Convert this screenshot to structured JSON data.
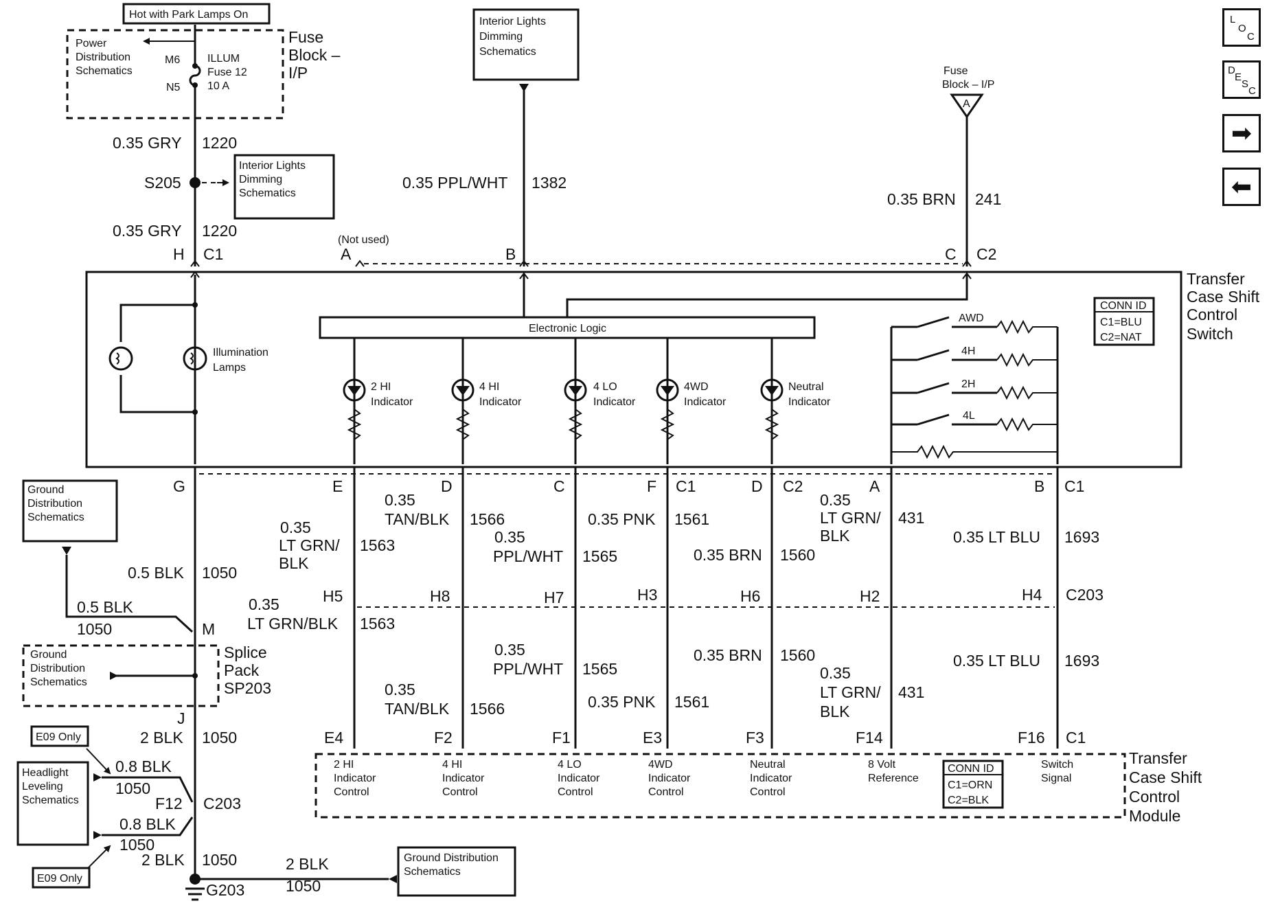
{
  "nav": {
    "loc": [
      "L",
      "O",
      "C"
    ],
    "desc": [
      "D",
      "E",
      "S",
      "C"
    ],
    "next_glyph": "➡",
    "prev_glyph": "⬅"
  },
  "fuse_block": {
    "hot_label": "Hot with Park Lamps On",
    "power_dist": [
      "Power",
      "Distribution",
      "Schematics"
    ],
    "pin_top": "M6",
    "pin_bottom": "N5",
    "fuse_text": [
      "ILLUM",
      "Fuse 12",
      "10 A"
    ],
    "title": [
      "Fuse",
      "Block –",
      "I/P"
    ]
  },
  "left_top": {
    "wire1": "0.35 GRY",
    "circuit1": "1220",
    "splice": "S205",
    "dimming_box": [
      "Interior Lights",
      "Dimming",
      "Schematics"
    ],
    "wire2": "0.35 GRY",
    "circuit2": "1220",
    "pin_h": "H",
    "conn_c1": "C1"
  },
  "top_mid": {
    "dimming_box": [
      "Interior Lights",
      "Dimming",
      "Schematics"
    ],
    "wire": "0.35 PPL/WHT",
    "circuit": "1382",
    "not_used": "(Not used)",
    "pin_a": "A",
    "pin_b": "B"
  },
  "top_right": {
    "fuse_ref": [
      "Fuse",
      "Block – I/P"
    ],
    "fuse_letter": "A",
    "wire": "0.35 BRN",
    "circuit": "241",
    "pin_c": "C",
    "conn_c2": "C2"
  },
  "switch": {
    "title": [
      "Transfer",
      "Case Shift",
      "Control",
      "Switch"
    ],
    "conn_id": [
      "CONN ID",
      "C1=BLU",
      "C2=NAT"
    ],
    "logic": "Electronic Logic",
    "illum": [
      "Illumination",
      "Lamps"
    ],
    "indicators": [
      {
        "l1": "2 HI",
        "l2": "Indicator"
      },
      {
        "l1": "4 HI",
        "l2": "Indicator"
      },
      {
        "l1": "4 LO",
        "l2": "Indicator"
      },
      {
        "l1": "4WD",
        "l2": "Indicator"
      },
      {
        "l1": "Neutral",
        "l2": "Indicator"
      }
    ],
    "modes": [
      "AWD",
      "4H",
      "2H",
      "4L"
    ]
  },
  "bottom_pins": {
    "g": "G",
    "e": "E",
    "d1": "D",
    "c": "C",
    "f": "F",
    "c1a": "C1",
    "d2": "D",
    "c2": "C2",
    "a": "A",
    "b": "B",
    "c1b": "C1"
  },
  "wires_upper": [
    {
      "l1": "0.35",
      "l2": "LT GRN/",
      "l3": "BLK",
      "circuit": "1563"
    },
    {
      "l1": "0.35",
      "l2": "TAN/BLK",
      "circuit": "1566"
    },
    {
      "l1": "0.35",
      "l2": "PPL/WHT",
      "circuit": "1565"
    },
    {
      "l1": "0.35 PNK",
      "circuit": "1561"
    },
    {
      "l1": "0.35 BRN",
      "circuit": "1560"
    },
    {
      "l1": "0.35",
      "l2": "LT GRN/",
      "l3": "BLK",
      "circuit": "431"
    },
    {
      "l1": "0.35 LT BLU",
      "circuit": "1693"
    }
  ],
  "c203_pins": [
    "H5",
    "H8",
    "H7",
    "H3",
    "H6",
    "H2",
    "H4"
  ],
  "c203_label": "C203",
  "wires_lower": [
    {
      "l1": "0.35",
      "l2": "LT GRN/BLK",
      "circuit": "1563"
    },
    {
      "l1": "0.35",
      "l2": "TAN/BLK",
      "circuit": "1566"
    },
    {
      "l1": "0.35",
      "l2": "PPL/WHT",
      "circuit": "1565"
    },
    {
      "l1": "0.35 PNK",
      "circuit": "1561"
    },
    {
      "l1": "0.35 BRN",
      "circuit": "1560"
    },
    {
      "l1": "0.35",
      "l2": "LT GRN/",
      "l3": "BLK",
      "circuit": "431"
    },
    {
      "l1": "0.35 LT BLU",
      "circuit": "1693"
    }
  ],
  "module_pins": [
    "E4",
    "F2",
    "F1",
    "E3",
    "F3",
    "F14",
    "F16"
  ],
  "module_c1": "C1",
  "module": {
    "title": [
      "Transfer",
      "Case Shift",
      "Control",
      "Module"
    ],
    "conn_id": [
      "CONN ID",
      "C1=ORN",
      "C2=BLK"
    ],
    "inputs": [
      [
        "2 HI",
        "Indicator",
        "Control"
      ],
      [
        "4 HI",
        "Indicator",
        "Control"
      ],
      [
        "4 LO",
        "Indicator",
        "Control"
      ],
      [
        "4WD",
        "Indicator",
        "Control"
      ],
      [
        "Neutral",
        "Indicator",
        "Control"
      ],
      [
        "8 Volt",
        "Reference"
      ],
      [
        "Switch",
        "Signal"
      ]
    ]
  },
  "ground": {
    "gnd_box1": [
      "Ground",
      "Distribution",
      "Schematics"
    ],
    "wire_g": "0.5 BLK",
    "circuit_g": "1050",
    "wire_m": "0.5 BLK",
    "circuit_m": "1050",
    "pin_m": "M",
    "gnd_box2": [
      "Ground",
      "Distribution",
      "Schematics"
    ],
    "splice_pack": [
      "Splice",
      "Pack",
      "SP203"
    ],
    "pin_j": "J",
    "wire_j": "2 BLK",
    "circuit_j": "1050",
    "e09_top": "E09 Only",
    "headlight": [
      "Headlight",
      "Leveling",
      "Schematics"
    ],
    "wire_a": "0.8 BLK",
    "circuit_a": "1050",
    "pin_f12": "F12",
    "conn_c203": "C203",
    "wire_b": "0.8 BLK",
    "circuit_b": "1050",
    "e09_bottom": "E09 Only",
    "wire_c": "2 BLK",
    "circuit_c": "1050",
    "wire_d": "2 BLK",
    "circuit_d": "1050",
    "gnd_box3": [
      "Ground Distribution",
      "Schematics"
    ],
    "g_label": "G203"
  }
}
